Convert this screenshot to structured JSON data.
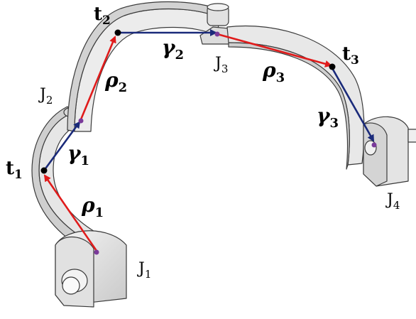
{
  "labels": {
    "t1": {
      "base": "t",
      "sub": "1"
    },
    "t2": {
      "base": "t",
      "sub": "2"
    },
    "t3": {
      "base": "t",
      "sub": "3"
    },
    "rho1": {
      "base": "ρ",
      "sub": "1"
    },
    "rho2": {
      "base": "ρ",
      "sub": "2"
    },
    "rho3": {
      "base": "ρ",
      "sub": "3"
    },
    "gamma1": {
      "base": "γ",
      "sub": "1"
    },
    "gamma2": {
      "base": "γ",
      "sub": "2"
    },
    "gamma3": {
      "base": "γ",
      "sub": "3"
    },
    "J1": {
      "base": "J",
      "sub": "1"
    },
    "J2": {
      "base": "J",
      "sub": "2"
    },
    "J3": {
      "base": "J",
      "sub": "3"
    },
    "J4": {
      "base": "J",
      "sub": "4"
    }
  },
  "colors": {
    "rho_arrow": "#e01b1b",
    "gamma_arrow": "#1a2a7a",
    "point": "#000000",
    "joint": "#7a3a9a",
    "link_face": "#e9e9e9",
    "link_edge": "#3a3a3a"
  }
}
